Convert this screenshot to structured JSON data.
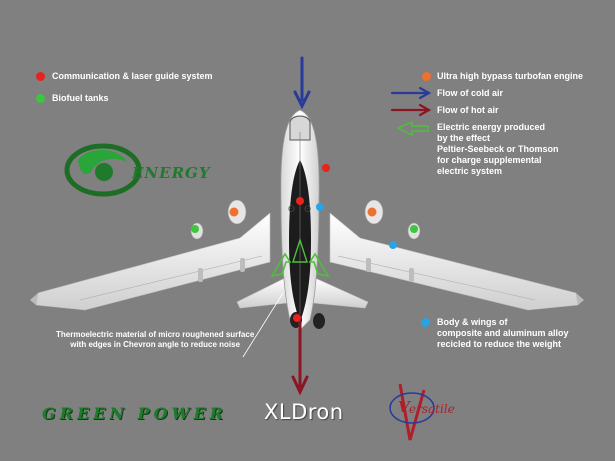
{
  "legend": {
    "communication": "Communication & laser guide system",
    "biofuel": "Biofuel tanks",
    "turbofan": "Ultra high bypass turbofan engine",
    "cold_air": "Flow of cold air",
    "hot_air": "Flow of hot air",
    "electric": "Electric energy produced\nby the effect\nPeltier-Seebeck or Thomson\nfor charge supplemental\nelectric system",
    "body": "Body & wings of\ncomposite and aluminum alloy\nrecicled to reduce the weight",
    "thermo": "Thermoelectric material of micro roughened surface\nwith edges in Chevron angle to reduce noise"
  },
  "colors": {
    "background": "#808080",
    "red": "#e8221e",
    "green": "#3cc63c",
    "orange": "#f07030",
    "blue": "#27a3e6",
    "cold_arrow": "#2a3a9a",
    "hot_arrow": "#8b1520",
    "brand_green": "#1f7a2c"
  },
  "brands": {
    "energy_logo": "ENERGY",
    "green_power": "GREEN POWER",
    "xldron": "XLDron",
    "versatile": "ersatile",
    "versatile_initial": "V"
  }
}
